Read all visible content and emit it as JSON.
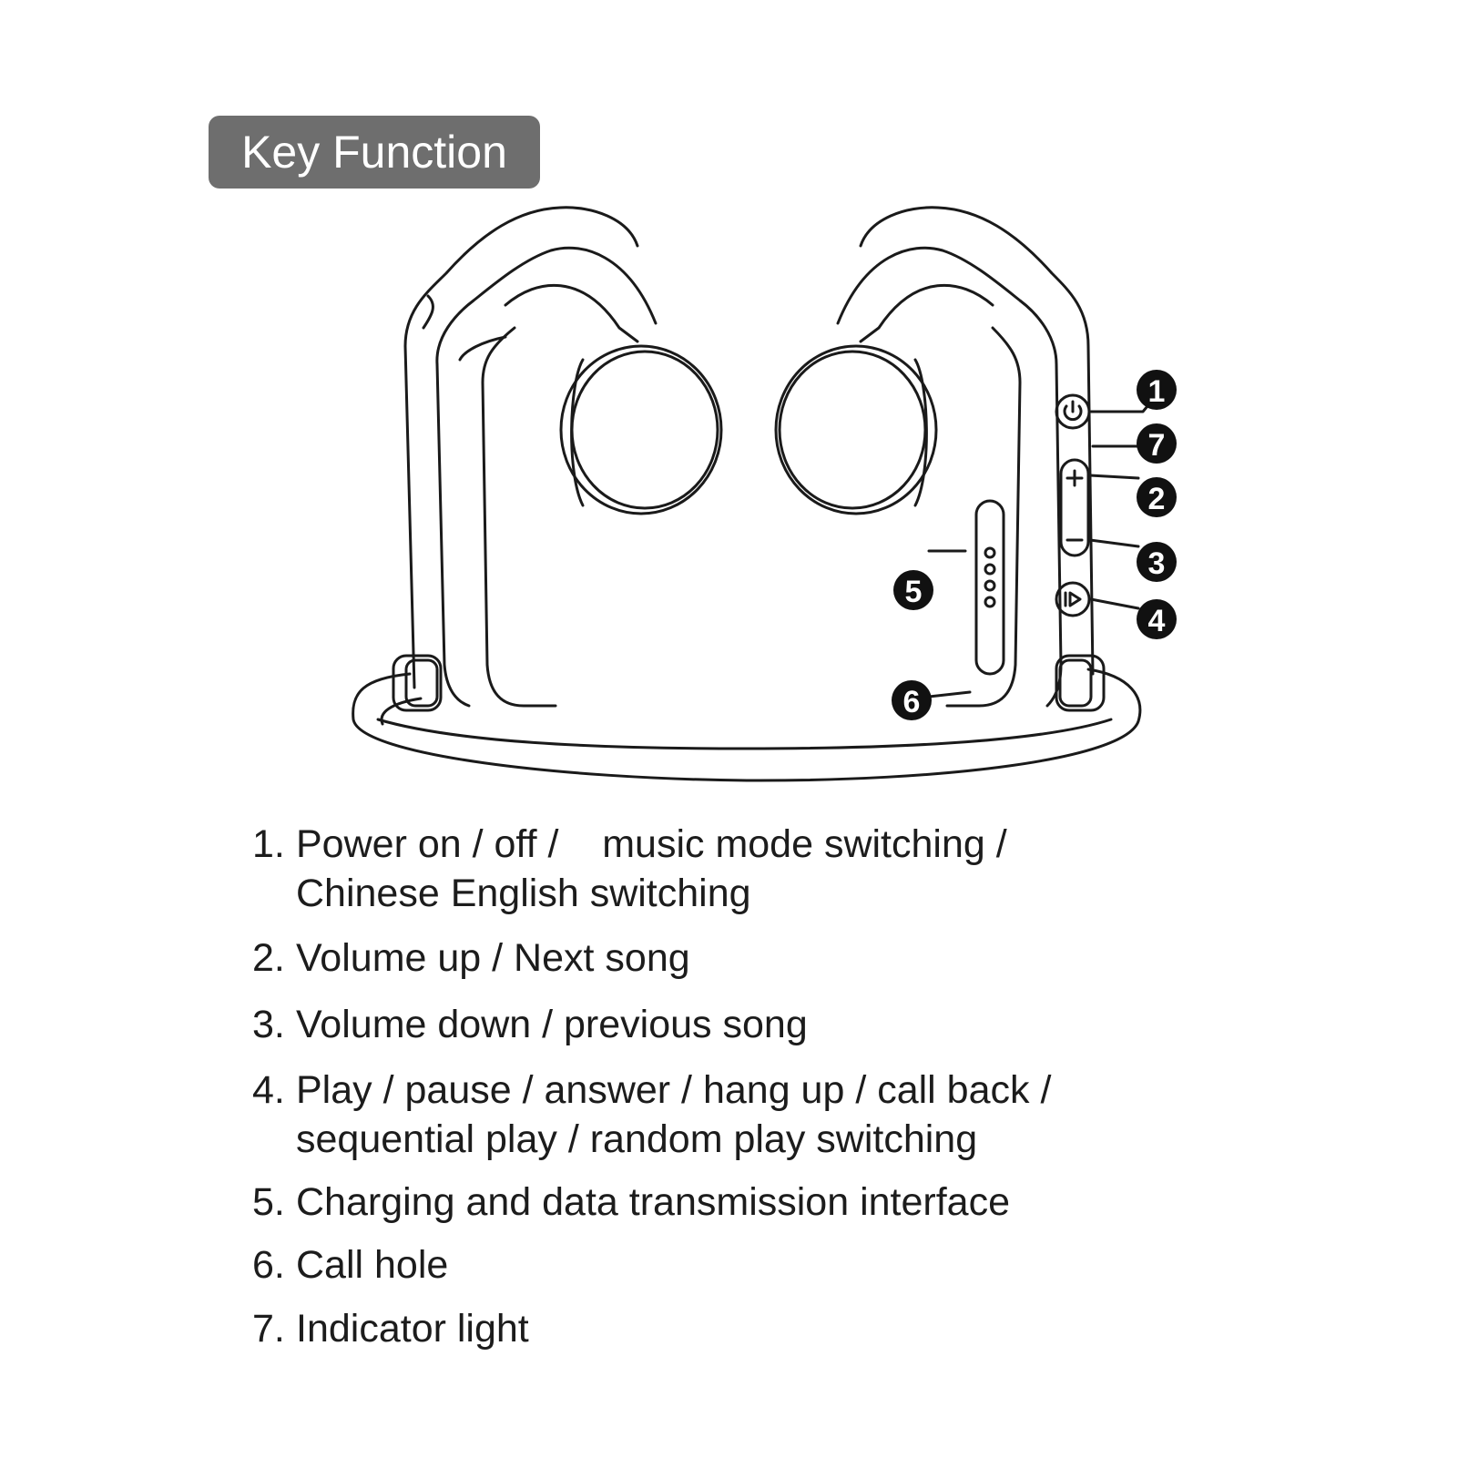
{
  "title": "Key Function",
  "callouts": [
    "1",
    "7",
    "2",
    "3",
    "4",
    "5",
    "6"
  ],
  "items": [
    {
      "num": "1.",
      "lines": [
        "Power on / off /    music mode switching /",
        "Chinese English switching"
      ]
    },
    {
      "num": "2.",
      "lines": [
        "Volume up / Next song"
      ]
    },
    {
      "num": "3.",
      "lines": [
        "Volume down / previous song"
      ]
    },
    {
      "num": "4.",
      "lines": [
        "Play / pause / answer / hang up / call back /",
        "sequential play / random play switching"
      ]
    },
    {
      "num": "5.",
      "lines": [
        "Charging and data transmission interface"
      ]
    },
    {
      "num": "6.",
      "lines": [
        "Call hole"
      ]
    },
    {
      "num": "7.",
      "lines": [
        "Indicator light"
      ]
    }
  ],
  "colors": {
    "badge": "#6e6e6e",
    "line": "#1a1a1a",
    "text": "#1c1c1c"
  }
}
